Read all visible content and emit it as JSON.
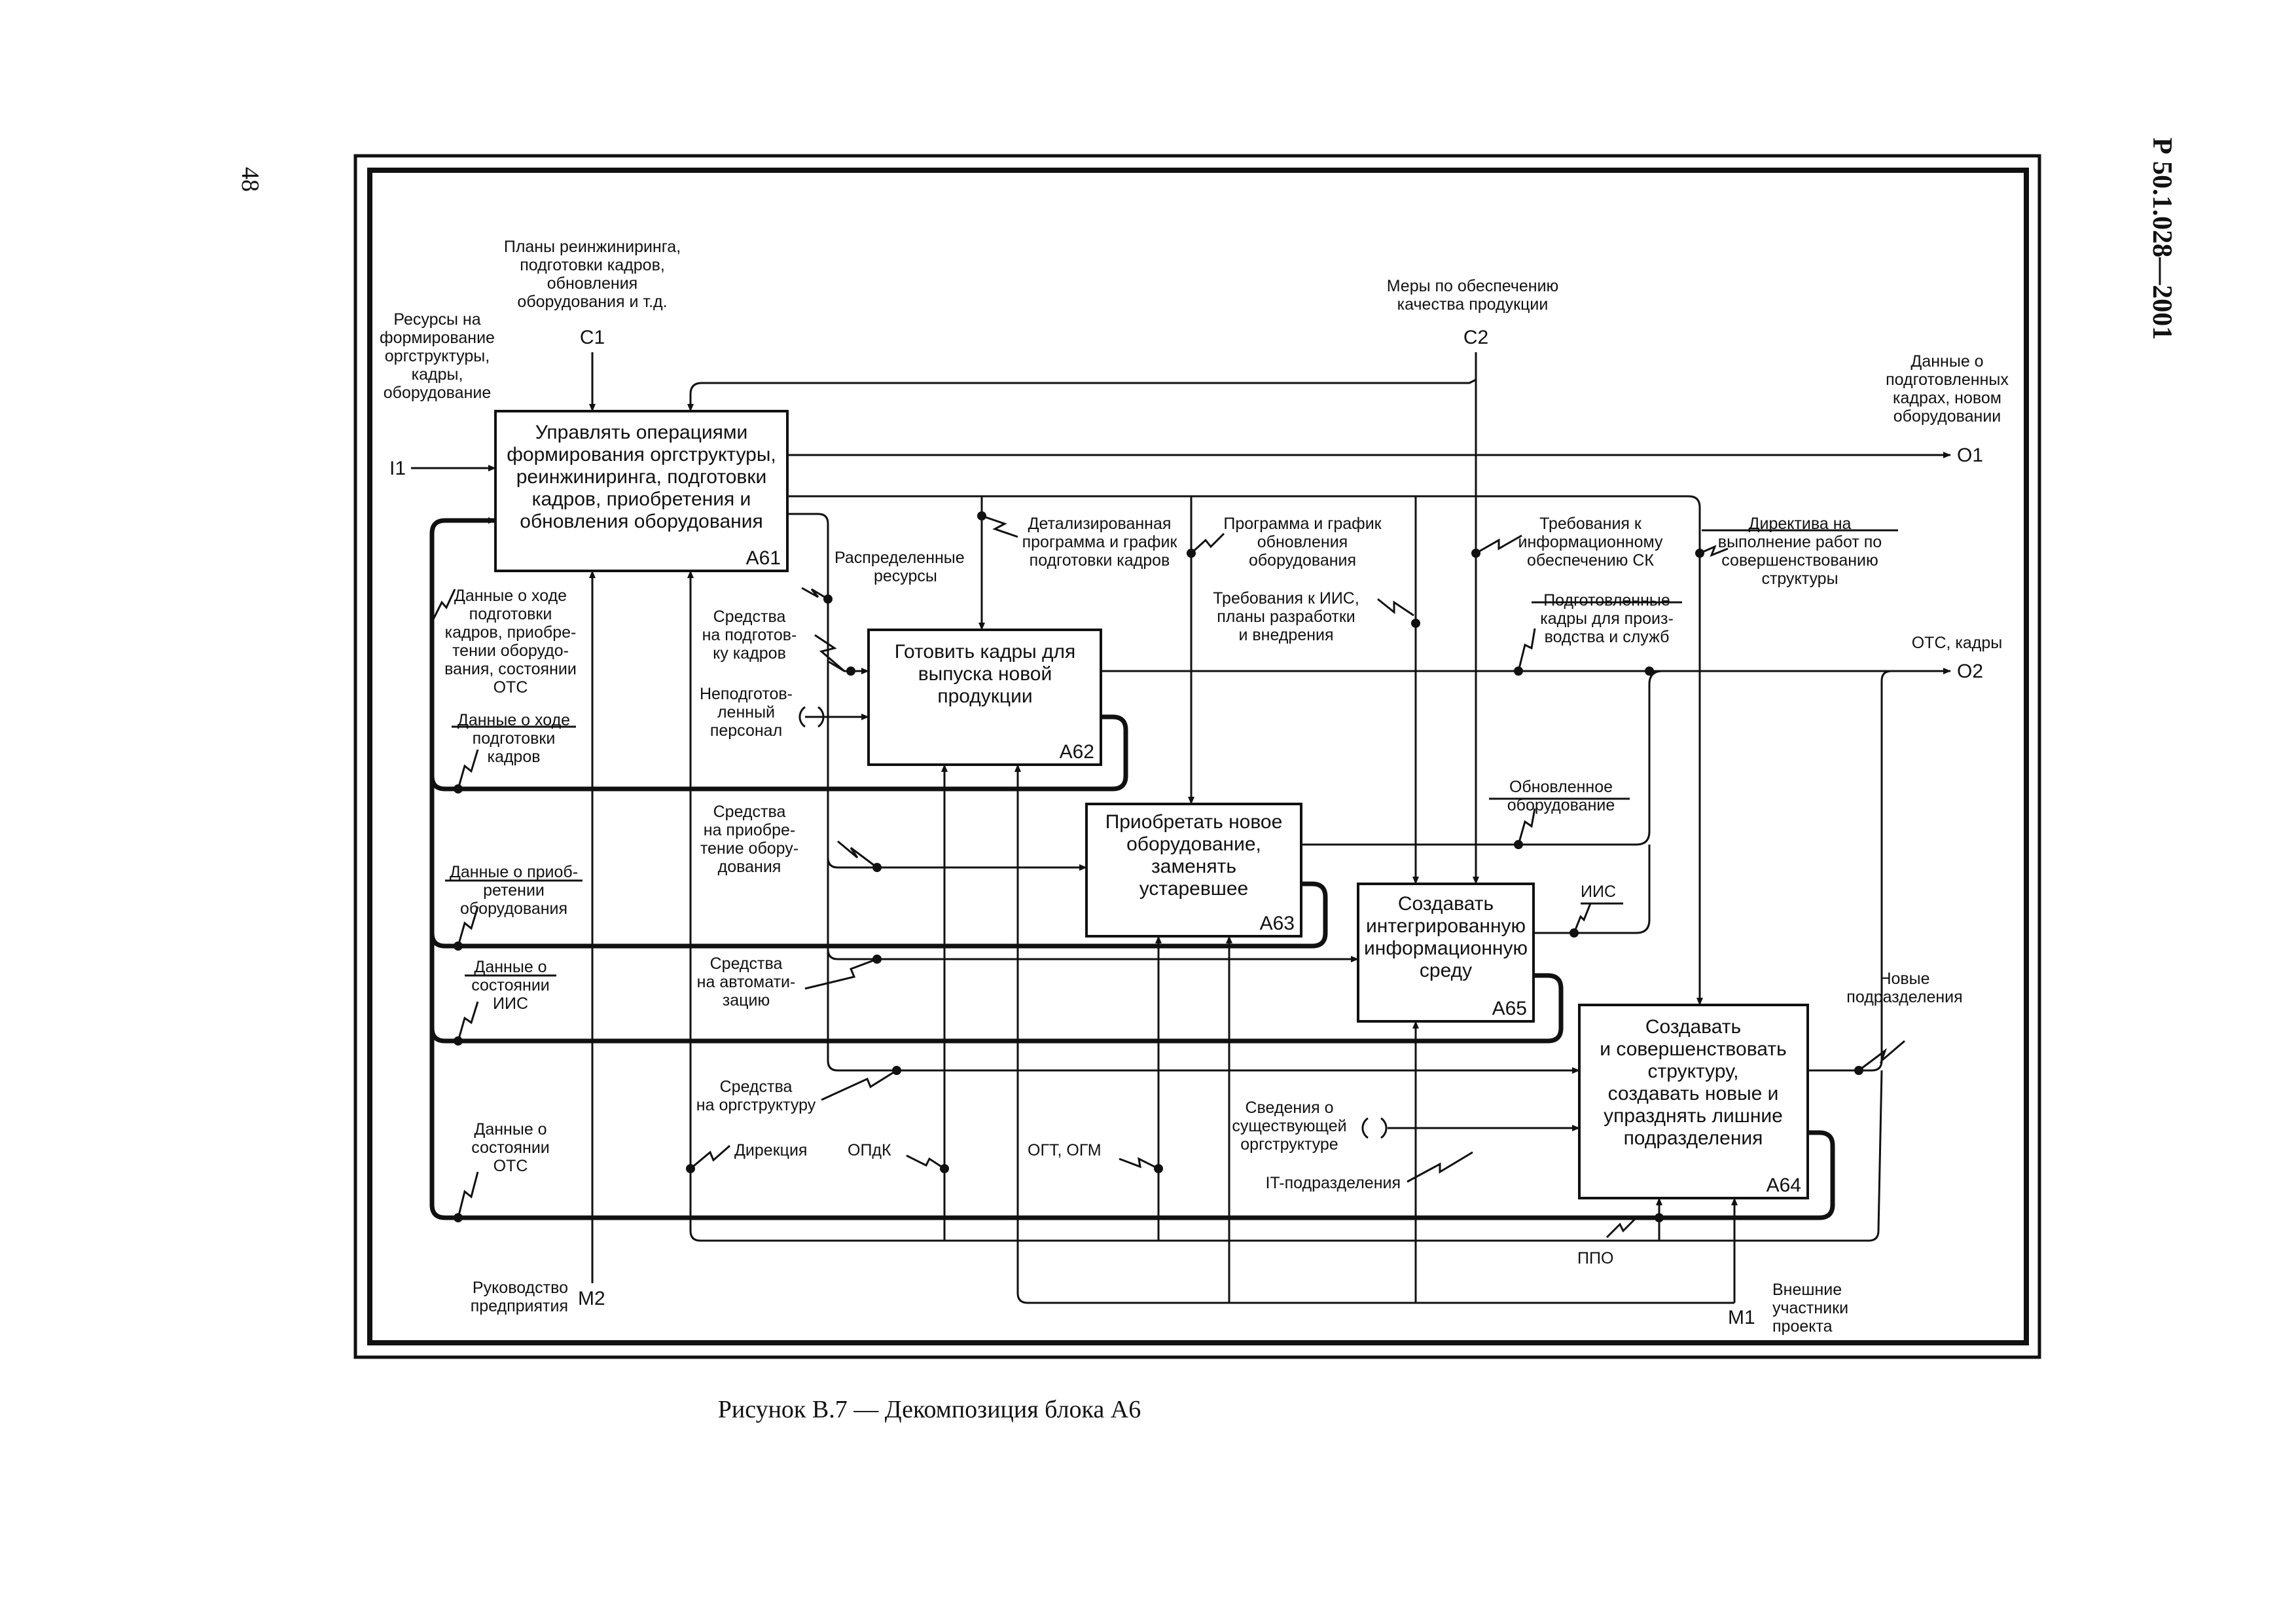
{
  "page": {
    "page_number": "48",
    "standard": "Р 50.1.028—2001",
    "caption": "Рисунок В.7 — Декомпозиция блока А6"
  },
  "boxes": {
    "a61": {
      "lines": [
        "Управлять операциями",
        "формирования оргструктуры,",
        "реинжиниринга, подготовки",
        "кадров, приобретения и",
        "обновления оборудования"
      ],
      "id": "А61"
    },
    "a62": {
      "lines": [
        "Готовить кадры для",
        "выпуска новой",
        "продукции"
      ],
      "id": "А62"
    },
    "a63": {
      "lines": [
        "Приобретать новое",
        "оборудование,",
        "заменять",
        "устаревшее"
      ],
      "id": "А63"
    },
    "a65": {
      "lines": [
        "Создавать",
        "интегрированную",
        "информационную",
        "среду"
      ],
      "id": "А65"
    },
    "a64": {
      "lines": [
        "Создавать",
        "и совершенствовать",
        "структуру,",
        "создавать новые и",
        "упразднять лишние",
        "подразделения"
      ],
      "id": "А64"
    }
  },
  "codes": {
    "c1": "С1",
    "c2": "С2",
    "i1": "I1",
    "o1": "О1",
    "o2": "О2",
    "m1": "М1",
    "m2": "М2"
  },
  "labels": {
    "c1_label": [
      "Планы реинжиниринга,",
      "подготовки кадров,",
      "обновления",
      "оборудования и т.д."
    ],
    "c2_label": [
      "Меры по обеспечению",
      "качества продукции"
    ],
    "i1_label": [
      "Ресурсы на",
      "формирование",
      "оргструктуры,",
      "кадры,",
      "оборудование"
    ],
    "o1_label": [
      "Данные о",
      "подготовленных",
      "кадрах, новом",
      "оборудовании"
    ],
    "o2_label": [
      "ОТС, кадры"
    ],
    "m2_label": [
      "Руководство",
      "предприятия"
    ],
    "m1_label": [
      "Внешние",
      "участники",
      "проекта"
    ],
    "distributed": [
      "Распределенные",
      "ресурсы"
    ],
    "detailed_program": [
      "Детализированная",
      "программа и график",
      "подготовки кадров"
    ],
    "equip_program": [
      "Программа и график",
      "обновления",
      "оборудования"
    ],
    "req_iis": [
      "Требования к ИИС,",
      "планы разработки",
      "и внедрения"
    ],
    "req_sk": [
      "Требования к",
      "информационному",
      "обеспечению СК"
    ],
    "directive": [
      "Директива на",
      "выполнение работ по",
      "совершенствованию",
      "структуры"
    ],
    "trained_staff": [
      "Подготовленные",
      "кадры для произ-",
      "водства и служб"
    ],
    "training_progress_1": [
      "Данные о ходе",
      "подготовки",
      "кадров, приобре-",
      "тении оборудо-",
      "вания, состоянии",
      "ОТС"
    ],
    "training_progress_2": [
      "Данные о ходе",
      "подготовки",
      "кадров"
    ],
    "funds_training": [
      "Средства",
      "на подготов-",
      "ку кадров"
    ],
    "untrained": [
      "Неподготов-",
      "ленный",
      "персонал"
    ],
    "funds_equipment": [
      "Средства",
      "на приобре-",
      "тение обору-",
      "дования"
    ],
    "acq_data": [
      "Данные о приоб-",
      "ретении",
      "оборудования"
    ],
    "funds_automation": [
      "Средства",
      "на автомати-",
      "зацию"
    ],
    "iis_state": [
      "Данные о",
      "состоянии",
      "ИИС"
    ],
    "funds_orgstructure": [
      "Средства",
      "на оргструктуру"
    ],
    "ots_state": [
      "Данные о",
      "состоянии",
      "ОТС"
    ],
    "updated_equipment": [
      "Обновленное",
      "оборудование"
    ],
    "iis": [
      "ИИС"
    ],
    "new_divisions": [
      "Новые",
      "подразделения"
    ],
    "existing_structure": [
      "Сведения о",
      "существующей",
      "оргструктуре"
    ],
    "it_divisions": [
      "IT-подразделения"
    ],
    "directorate": [
      "Дирекция"
    ],
    "opdk": [
      "ОПдК"
    ],
    "ogt": [
      "ОГТ, ОГМ"
    ],
    "ppo": [
      "ППО"
    ]
  }
}
